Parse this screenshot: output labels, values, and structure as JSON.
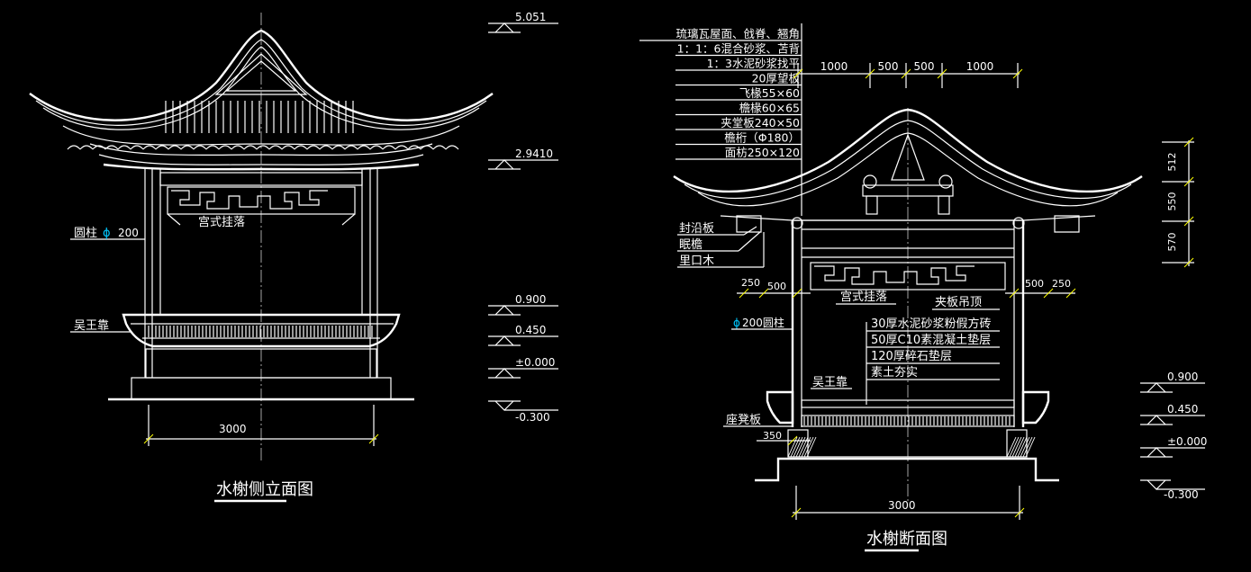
{
  "colors": {
    "background": "#000000",
    "line": "#ffffff",
    "dimension_tick": "#ffff00",
    "diameter_symbol": "#00c8ff"
  },
  "left": {
    "title": "水榭侧立面图",
    "labels": {
      "column_prefix": "圆柱",
      "column_dia_symbol": "ϕ",
      "column_size": "200",
      "hanging_lattice": "宫式挂落",
      "bench": "吴王靠"
    },
    "elevations": [
      "5.051",
      "2.9410",
      "0.900",
      "0.450",
      "±0.000",
      "-0.300"
    ],
    "dims": {
      "width": "3000"
    }
  },
  "right": {
    "title": "水榭断面图",
    "roof_callouts": [
      "琉璃瓦屋面、戗脊、翘角",
      "1：1：6混合砂浆、苫背",
      "1：3水泥砂浆找平",
      "20厚望板",
      "飞椽55×60",
      "檐椽60×65",
      "夹堂板240×50",
      "檐桁（Φ180）",
      "面枋250×120"
    ],
    "eave_callouts": [
      "封沿板",
      "眠檐",
      "里口木"
    ],
    "labels": {
      "hanging_lattice": "宫式挂落",
      "ceiling": "夹板吊顶",
      "column_dia_symbol": "ϕ",
      "column": "200圆柱",
      "bench": "吴王靠",
      "seat_board": "座凳板"
    },
    "floor_layers": [
      "30厚水泥砂浆粉假方砖",
      "50厚C10素混凝土垫层",
      "120厚碎石垫层",
      "素土夯实"
    ],
    "top_dims": [
      "1000",
      "500",
      "500",
      "1000"
    ],
    "side_dims_left": [
      "250",
      "500"
    ],
    "side_dims_right": [
      "500",
      "250"
    ],
    "seat_height": "350",
    "vertical_dims": [
      "512",
      "550",
      "570"
    ],
    "elevations": [
      "0.900",
      "0.450",
      "±0.000",
      "-0.300"
    ],
    "dims": {
      "width": "3000"
    }
  }
}
